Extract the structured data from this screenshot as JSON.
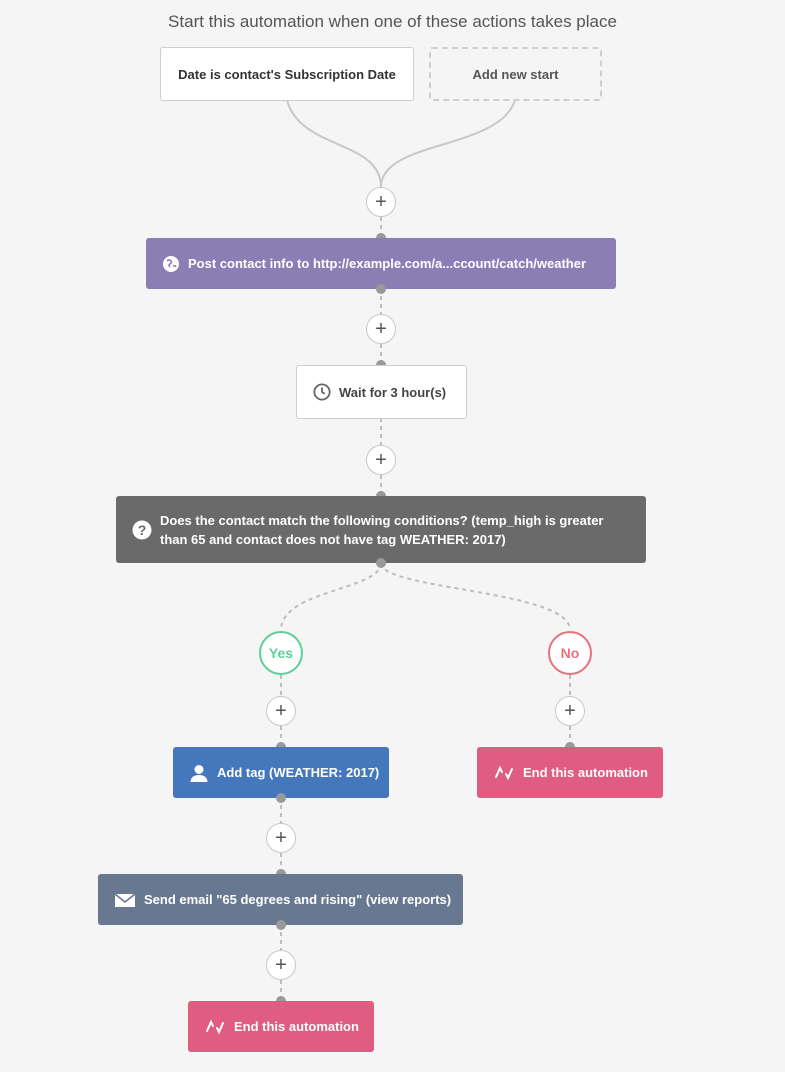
{
  "header": {
    "title": "Start this automation when one of these actions takes place"
  },
  "triggers": [
    {
      "label": "Date is contact's Subscription Date"
    },
    {
      "label": "Add new start"
    }
  ],
  "steps": {
    "webhook": {
      "label": "Post contact info to http://example.com/a...ccount/catch/weather",
      "icon": "globe-icon",
      "color": "#8b7eb5"
    },
    "wait": {
      "label": "Wait for 3 hour(s)",
      "icon": "clock-icon"
    },
    "condition": {
      "label": "Does the contact match the following conditions? (temp_high is greater than 65 and contact does not have tag WEATHER: 2017)",
      "icon": "question-icon",
      "color": "#6a6a6a"
    },
    "yes_branch": {
      "label": "Yes",
      "color": "#5ccf9a"
    },
    "no_branch": {
      "label": "No",
      "color": "#e8727c"
    },
    "add_tag": {
      "label": "Add tag (WEATHER: 2017)",
      "icon": "user-icon",
      "color": "#4477bb"
    },
    "send_email": {
      "label": "Send email \"65 degrees and rising\" (view reports)",
      "icon": "envelope-icon",
      "color": "#687890"
    },
    "end_yes": {
      "label": "End this automation",
      "icon": "end-icon",
      "color": "#e05c80"
    },
    "end_no": {
      "label": "End this automation",
      "icon": "end-icon",
      "color": "#e05c80"
    }
  },
  "add_step_symbol": "+"
}
